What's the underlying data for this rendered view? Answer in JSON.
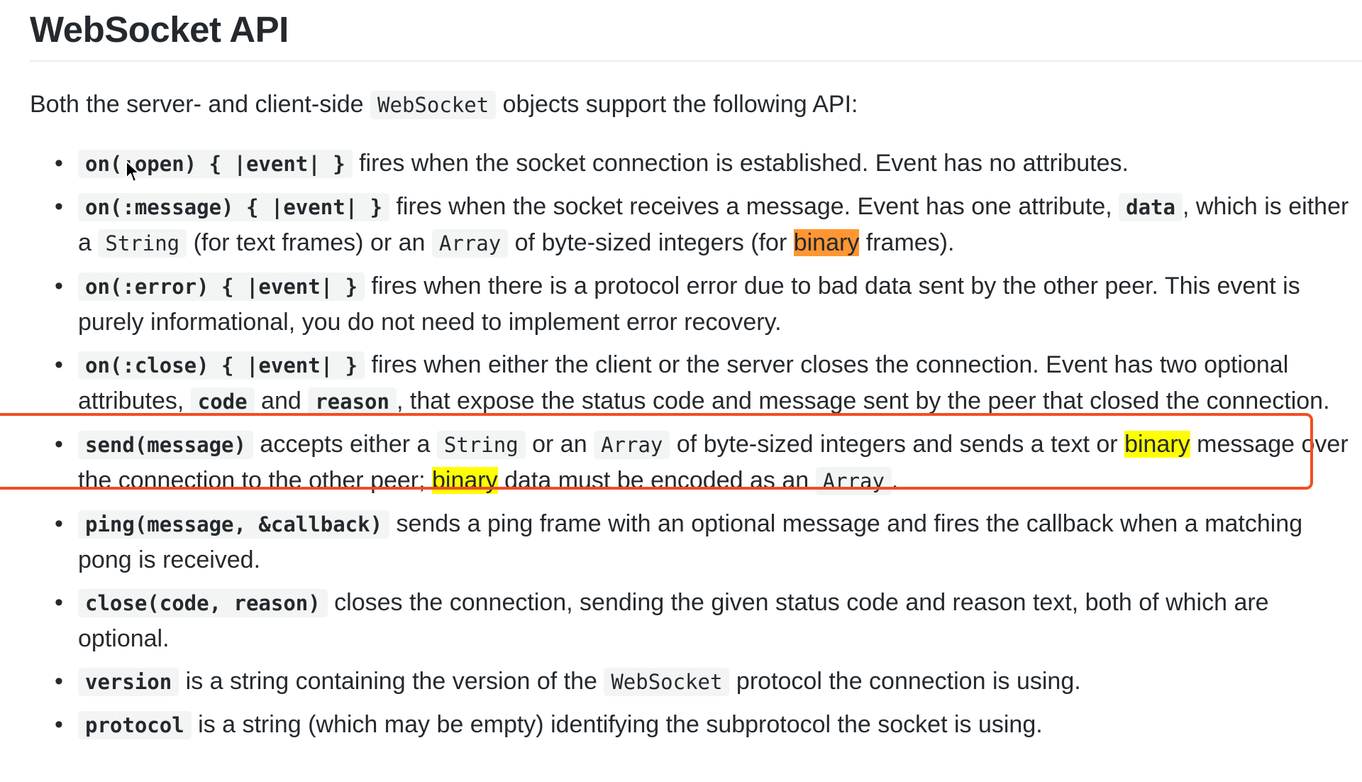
{
  "title": "WebSocket API",
  "intro": {
    "before": "Both the server- and client-side ",
    "code": "WebSocket",
    "after": " objects support the following API:"
  },
  "bullet_glyph": "•",
  "items": [
    {
      "code": "on(:open) { |event| }",
      "text": " fires when the socket connection is established. Event has no attributes."
    },
    {
      "code": "on(:message) { |event| }",
      "text1": " fires when the socket receives a message. Event has one attribute, ",
      "code2": "data",
      "text2": ", which is either a ",
      "code3": "String",
      "text3": " (for text frames) or an ",
      "code4": "Array",
      "text4": " of byte-sized integers (for ",
      "highlight": "binary",
      "text5": " frames)."
    },
    {
      "code": "on(:error) { |event| }",
      "text": " fires when there is a protocol error due to bad data sent by the other peer. This event is purely informational, you do not need to implement error recovery."
    },
    {
      "code": "on(:close) { |event| }",
      "text1": " fires when either the client or the server closes the connection. Event has two optional attributes, ",
      "code2": "code",
      "text2": " and ",
      "code3": "reason",
      "text3": ", that expose the status code and message sent by the peer that closed the connection."
    },
    {
      "code": "send(message)",
      "text1": " accepts either a ",
      "code2": "String",
      "text2": " or an ",
      "code3": "Array",
      "text3": " of byte-sized integers and sends a text or ",
      "highlight1": "binary",
      "text4": " message over the connection to the other peer; ",
      "highlight2": "binary",
      "text5": " data must be encoded as an ",
      "code4": "Array",
      "text6": "."
    },
    {
      "code": "ping(message, &callback)",
      "text": " sends a ping frame with an optional message and fires the callback when a matching pong is received."
    },
    {
      "code": "close(code, reason)",
      "text": " closes the connection, sending the given status code and reason text, both of which are optional."
    },
    {
      "code": "version",
      "text1": " is a string containing the version of the ",
      "code2": "WebSocket",
      "text2": " protocol the connection is using."
    },
    {
      "code": "protocol",
      "text": " is a string (which may be empty) identifying the subprotocol the socket is using."
    }
  ],
  "colors": {
    "text": "#24292e",
    "code_bg": "#f3f4f4",
    "highlight_current": "#ff9632",
    "highlight_match": "#ffff00",
    "annotation_frame": "#f04e23"
  },
  "icons": {
    "cursor": "mouse-pointer-icon"
  }
}
